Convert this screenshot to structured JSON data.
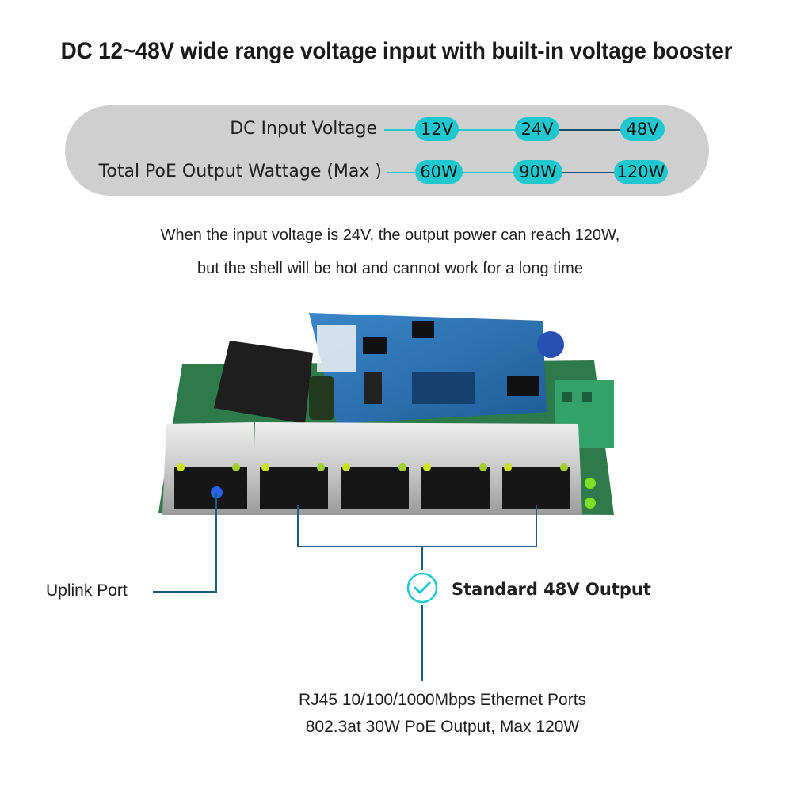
{
  "title": "DC 12~48V wide range voltage input with built-in voltage booster",
  "spec_table": {
    "rows": [
      {
        "label": "DC Input Voltage",
        "values": [
          "12V",
          "24V",
          "48V"
        ]
      },
      {
        "label": "Total PoE Output Wattage (Max )",
        "values": [
          "60W",
          "90W",
          "120W"
        ]
      }
    ]
  },
  "note": {
    "line1": "When the input voltage is 24V, the output power can reach 120W,",
    "line2": "but the shell will be hot and cannot work for a long time"
  },
  "callouts": {
    "uplink": "Uplink Port",
    "standard_output": "Standard 48V Output",
    "ports_line1": "RJ45 10/100/1000Mbps Ethernet Ports",
    "ports_line2": "802.3at 30W PoE Output, Max 120W"
  },
  "colors": {
    "accent": "#1fc7cf",
    "connector": "#1a5f80",
    "uplink_dot": "#2b63e8",
    "pcb_blue": "#2a6fb3",
    "pcb_green": "#2f7a4a"
  },
  "icons": {
    "check": "check-circle-icon"
  }
}
